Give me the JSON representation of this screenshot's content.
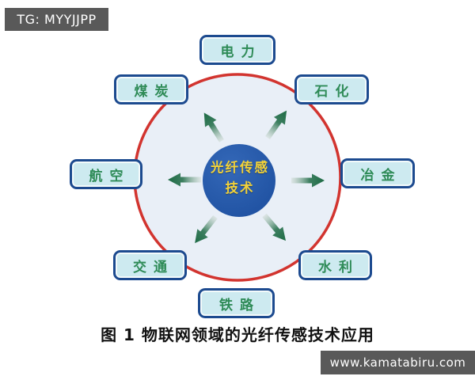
{
  "header_badge": {
    "label": "TG: MYYJJPP"
  },
  "footer_badge": {
    "label": "www.kamatabiru.com"
  },
  "figure": {
    "caption": "图 1 物联网领域的光纤传感技术应用",
    "center_node": {
      "line1": "光纤传感",
      "line2": "技术"
    },
    "nodes": [
      {
        "id": "electric-power",
        "label": "电力",
        "position": "top"
      },
      {
        "id": "coal",
        "label": "煤炭",
        "position": "top-left"
      },
      {
        "id": "petrochemical",
        "label": "石化",
        "position": "top-right"
      },
      {
        "id": "aviation",
        "label": "航空",
        "position": "left"
      },
      {
        "id": "metallurgy",
        "label": "冶金",
        "position": "right"
      },
      {
        "id": "transportation",
        "label": "交通",
        "position": "bottom-left"
      },
      {
        "id": "water-conservancy",
        "label": "水利",
        "position": "bottom-right"
      },
      {
        "id": "railway",
        "label": "铁路",
        "position": "bottom"
      }
    ],
    "arrow_directions": [
      "up-left",
      "up-right",
      "left",
      "right",
      "down-left",
      "down-right"
    ]
  },
  "colors": {
    "ring-red": "#d2342f",
    "ring-fill": "#e9eff7",
    "node-border": "#1c4a8f",
    "node-fill": "#cdeaf0",
    "node-text": "#2e8b57",
    "center-fill": "#1d4f9f",
    "center-fill-light": "#3468b8",
    "center-text": "#f2d23a",
    "arrow-green": "#1e6b45",
    "arrow-tail": "#ccd8cf",
    "badge-bg": "#595959",
    "badge-text": "#ffffff",
    "caption-text": "#111111"
  }
}
